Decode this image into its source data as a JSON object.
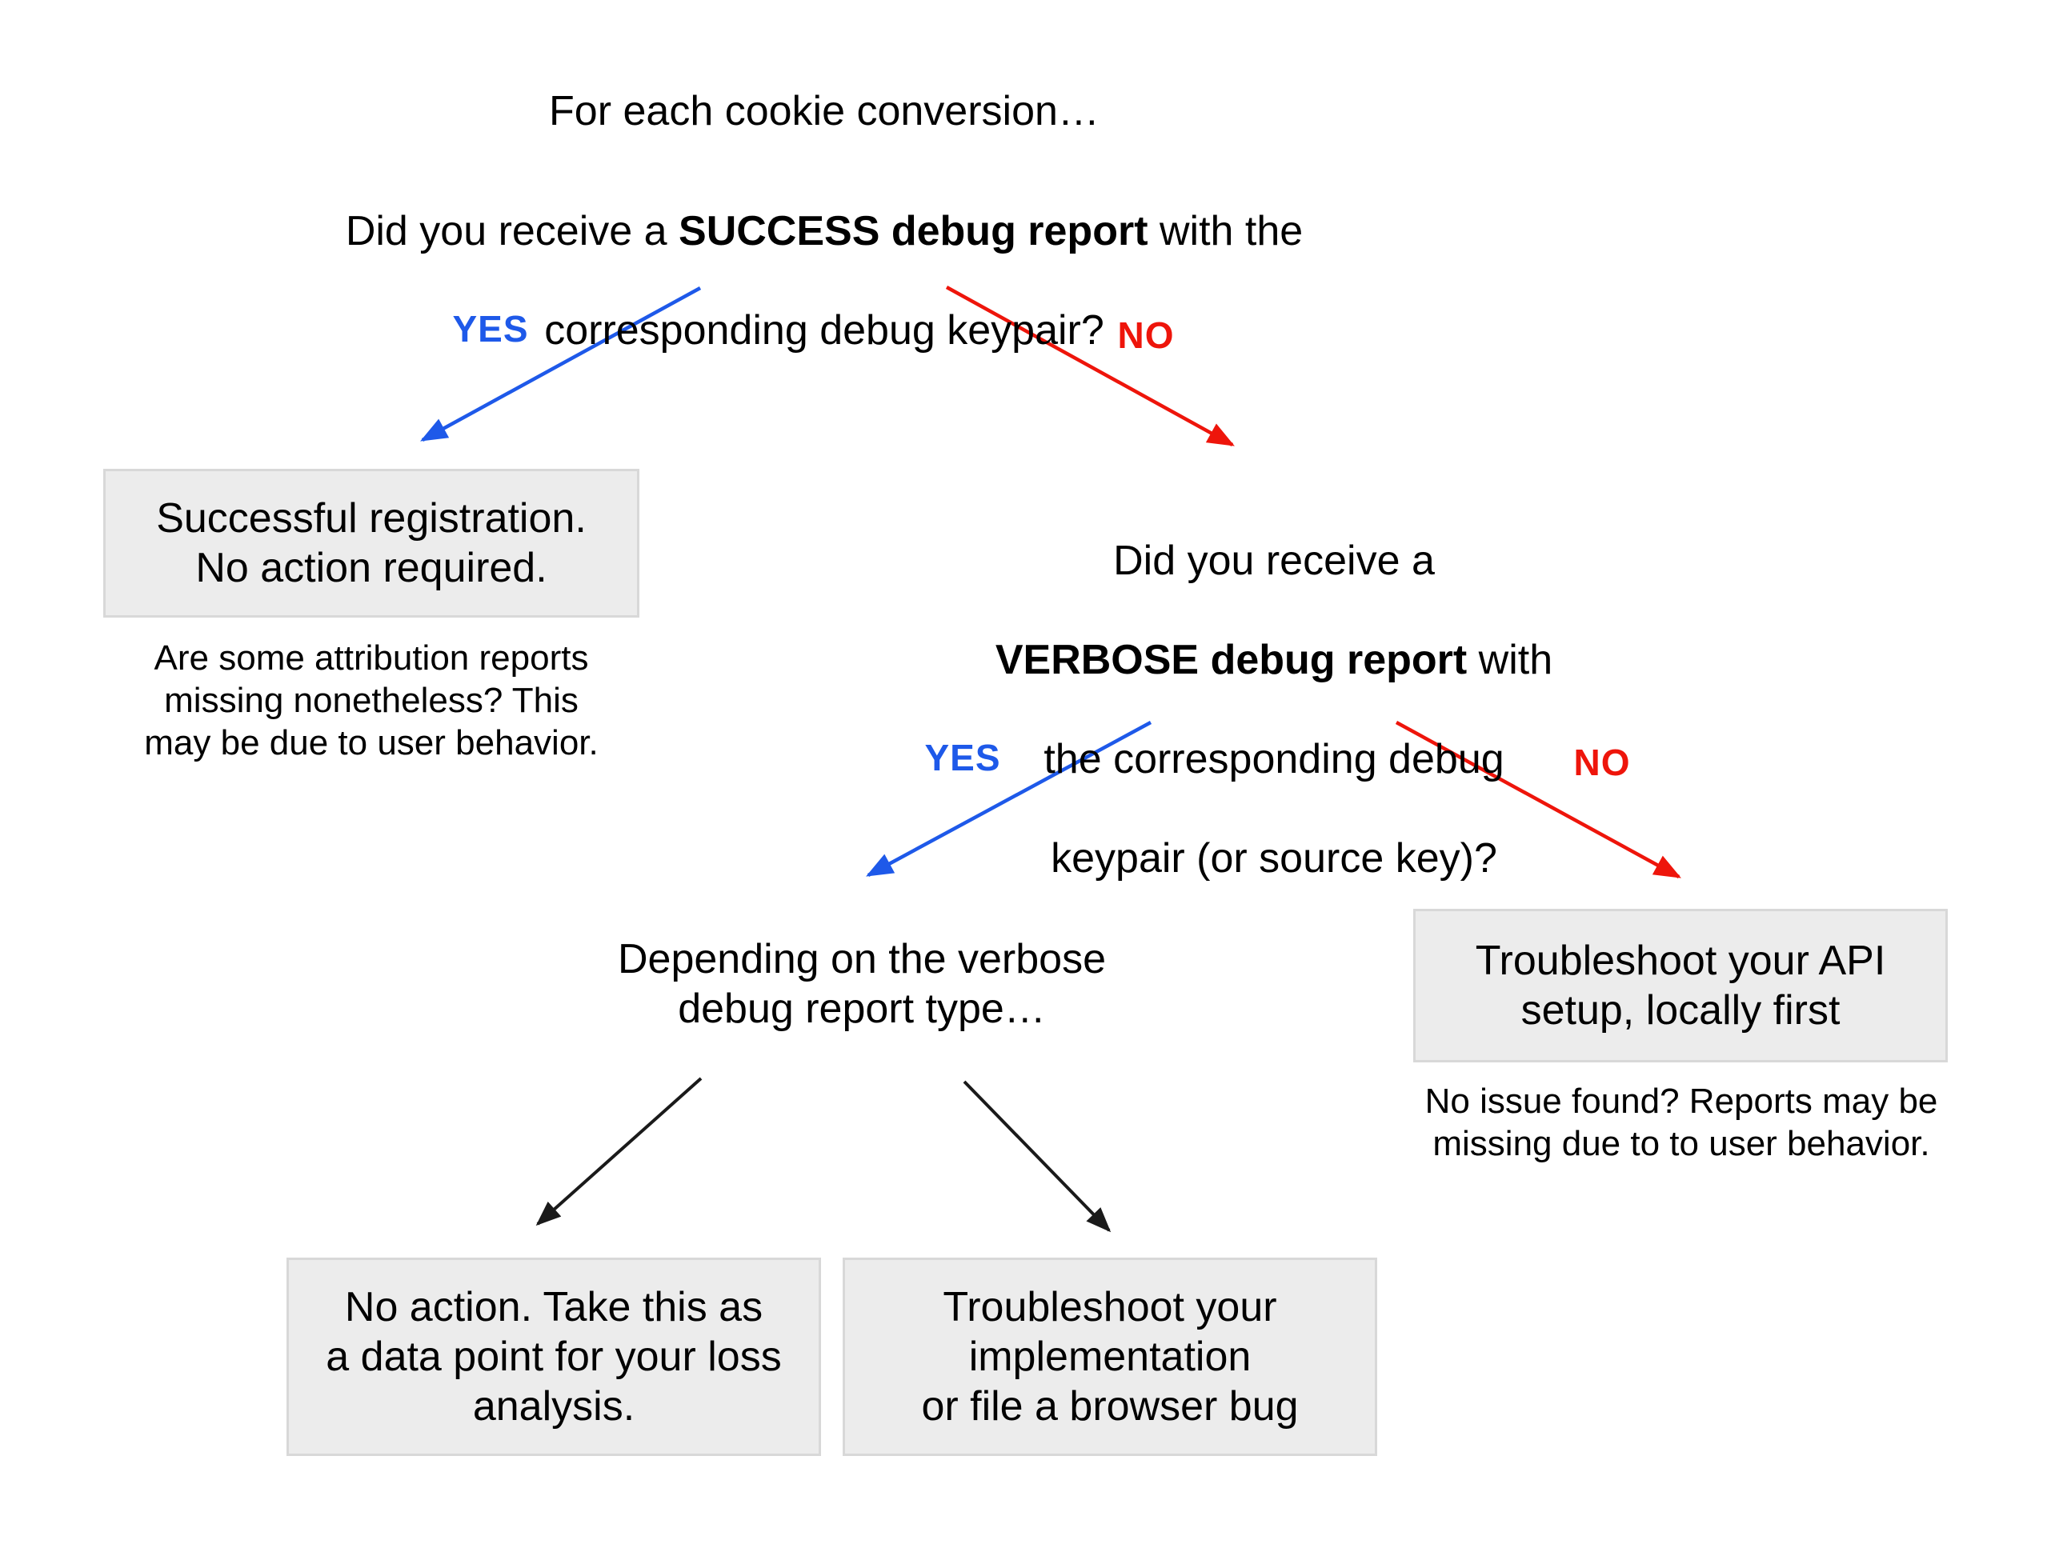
{
  "colors": {
    "yes": "#1e59e9",
    "no": "#ee150b",
    "neutral": "#1a1a1a",
    "box_fill": "#ececec",
    "box_border": "#d8d8d8",
    "text": "#000000"
  },
  "flow": {
    "title": "For each cookie conversion…",
    "q1": {
      "prefix": "Did you receive a ",
      "bold": "SUCCESS debug report",
      "suffix": " with the",
      "line2": "corresponding debug keypair?"
    },
    "branch1": {
      "yes": "YES",
      "no": "NO"
    },
    "success_box": "Successful registration.\nNo action required.",
    "success_note": "Are some attribution reports\nmissing nonetheless? This\nmay be due to user behavior.",
    "q2": {
      "line1": "Did you receive a",
      "bold": "VERBOSE debug report",
      "suffix": " with",
      "line3": "the corresponding debug",
      "line4": "keypair (or source key)?"
    },
    "branch2": {
      "yes": "YES",
      "no": "NO"
    },
    "depending": "Depending on the verbose\ndebug report type…",
    "api_box": "Troubleshoot your API\nsetup, locally first",
    "api_note": "No issue found? Reports may be\nmissing due to to user behavior.",
    "loss_box": "No action. Take this as\na data point for your loss\nanalysis.",
    "impl_box": "Troubleshoot your\nimplementation\nor file a browser bug"
  }
}
